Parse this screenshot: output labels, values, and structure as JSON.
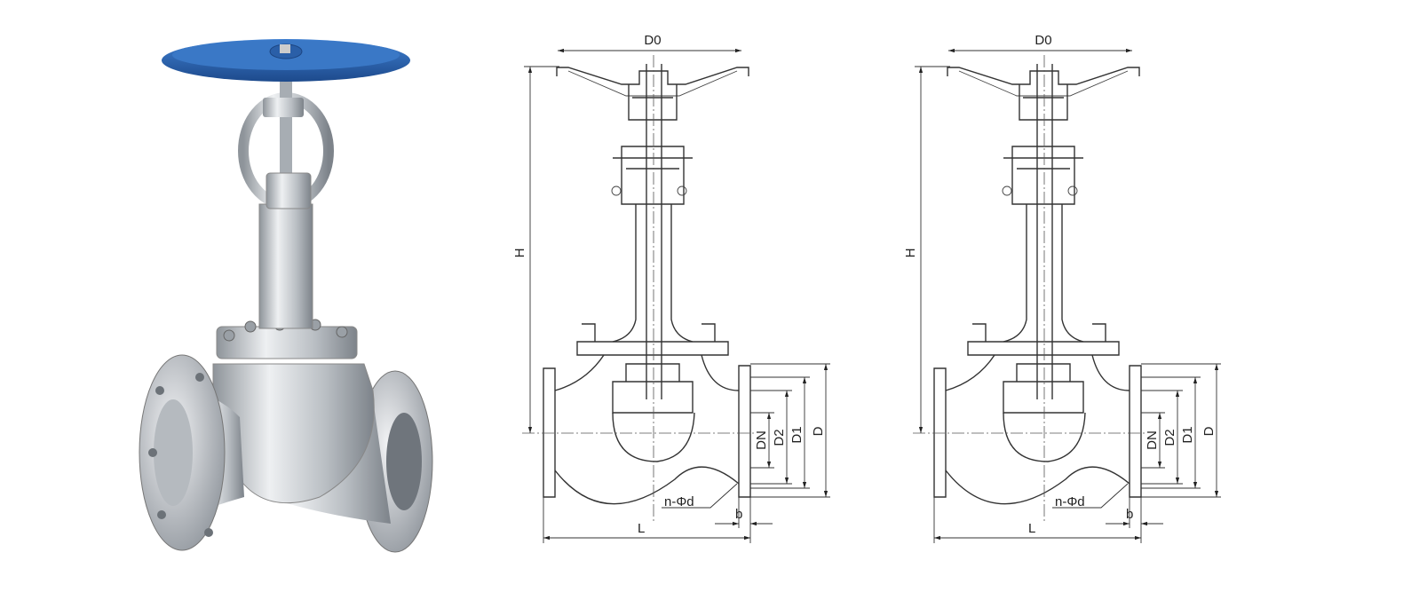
{
  "photo": {
    "subject": "valve-photo",
    "colors": {
      "handwheel": "#2a5fa8",
      "body": "#c9ccd0"
    }
  },
  "drawings": [
    {
      "labels": {
        "top_width": "D0",
        "height": "H",
        "nominal": "DN",
        "d2": "D2",
        "d1": "D1",
        "outer": "D",
        "bolt_holes": "n-Φd",
        "flange_thickness": "b",
        "length": "L"
      }
    },
    {
      "labels": {
        "top_width": "D0",
        "height": "H",
        "nominal": "DN",
        "d2": "D2",
        "d1": "D1",
        "outer": "D",
        "bolt_holes": "n-Φd",
        "flange_thickness": "b",
        "length": "L"
      }
    }
  ]
}
